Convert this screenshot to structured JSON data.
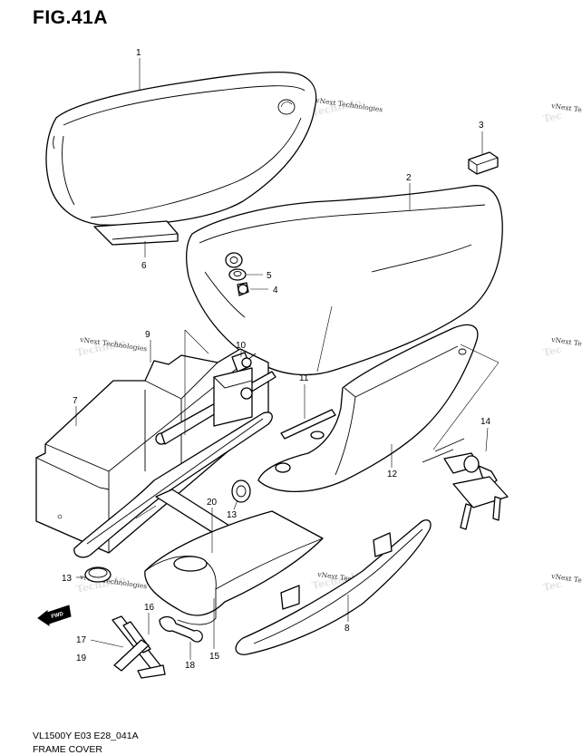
{
  "figure": {
    "title": "FIG.41A"
  },
  "footer": {
    "model_code": "VL1500Y E03 E28_041A",
    "caption": "FRAME COVER"
  },
  "watermark": {
    "text": "vNext Technologies"
  },
  "fwd_arrow": {
    "text": "FWD"
  },
  "callouts": {
    "p1": "1",
    "p2": "2",
    "p3": "3",
    "p4": "4",
    "p5": "5",
    "p6": "6",
    "p7": "7",
    "p8": "8",
    "p9": "9",
    "p10": "10",
    "p11": "11",
    "p12": "12",
    "p13a": "13",
    "p13b": "13",
    "p14": "14",
    "p15": "15",
    "p16": "16",
    "p17": "17",
    "p18": "18",
    "p19": "19",
    "p20": "20"
  }
}
